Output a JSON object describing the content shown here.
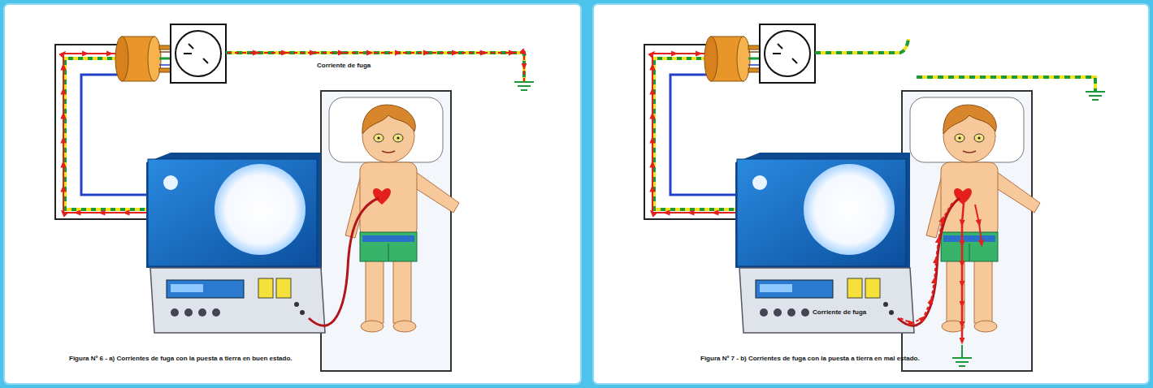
{
  "diagram": {
    "labels": [
      "Corriente de fuga",
      "Figura Nº 6 - a) Corrientes de fuga con la puesta a tierra en buen estado.",
      "Corriente de fuga",
      "Figura Nº 7 - b) Corrientes de fuga con la puesta a tierra en mal estado."
    ]
  }
}
